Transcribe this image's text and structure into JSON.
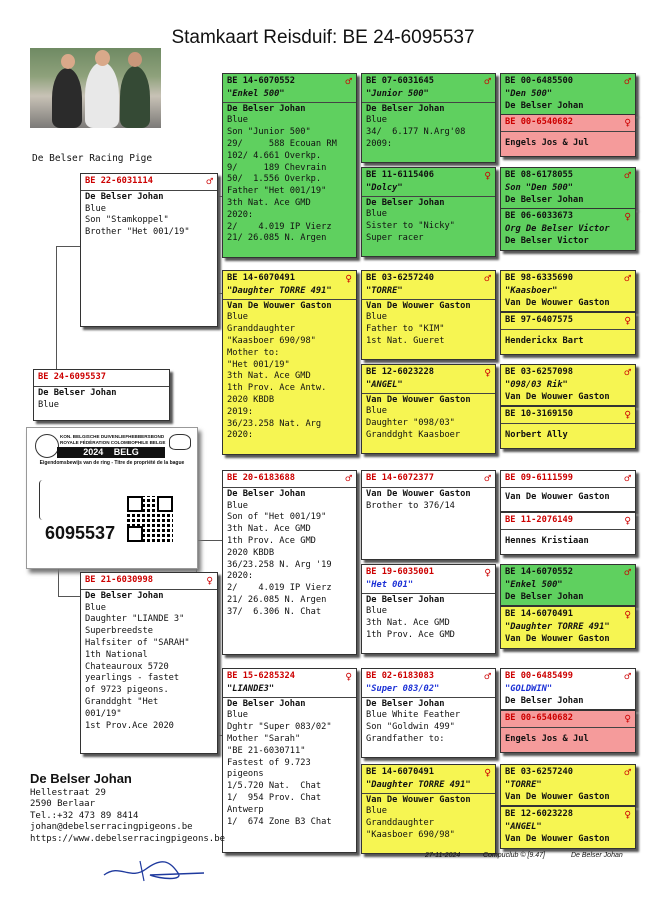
{
  "title": "Stamkaart Reisduif: BE  24-6095537",
  "loft_name": "De Belser Racing Pige",
  "subject": {
    "ring": "BE  24-6095537",
    "owner": "De Belser Johan",
    "color": "Blue"
  },
  "ring_card": {
    "federation_nl": "KON. BELGISCHE DUIVENLIEFHEBBERSBOND",
    "federation_fr": "ROYALE FÉDÉRATION COLOMBOPHILE BELGE",
    "year": "2024",
    "country": "BELG",
    "doc_title": "Eigendomsbewijs van de ring - Titre de propriété de la bague",
    "number": "6095537"
  },
  "father": {
    "ring": "BE  22-6031114",
    "sex_icon": "male-icon",
    "lines": [
      "De Belser Johan",
      "Blue",
      "Son \"Stamkoppel\"",
      "Brother \"Het 001/19\""
    ]
  },
  "mother": {
    "ring": "BE  21-6030998",
    "sex_icon": "female-icon",
    "lines": [
      "De Belser Johan",
      "Blue",
      "Daughter \"LIANDE 3\"",
      "Superbreedste",
      "Halfsiter of \"SARAH\"",
      "1th National",
      "Chateauroux 5720",
      "yearlings - fastet",
      "of 9723 pigeons.",
      "Granddght \"Het",
      "001/19\"",
      "1st Prov.Ace 2020"
    ]
  },
  "ff": {
    "ring": "BE  14-6070552",
    "name": "\"Enkel 500\"",
    "lines": [
      "De Belser Johan",
      "Blue",
      "Son \"Junior 500\"",
      "29/     588 Ecouan RM",
      "102/ 4.661 Overkp.",
      "9/     189 Chevrain",
      "50/  1.556 Overkp.",
      "Father \"Het 001/19\"",
      "3th Nat. Ace GMD",
      "2020:",
      "2/    4.019 IP Vierz",
      "21/ 26.085 N. Argen"
    ]
  },
  "fm": {
    "ring": "BE  14-6070491",
    "name": "\"Daughter TORRE 491\"",
    "lines": [
      "Van De Wouwer Gaston",
      "Blue",
      "Granddaughter",
      "\"Kaasboer 690/98\"",
      "Mother to:",
      "\"Het 001/19\"",
      "3th Nat. Ace GMD",
      "1th Prov. Ace Antw.",
      "2020 KBDB",
      "2019:",
      "36/23.258 Nat. Arg",
      "2020:"
    ]
  },
  "mf": {
    "ring": "BE  20-6183688",
    "lines": [
      "De Belser Johan",
      "Blue",
      "Son of \"Het 001/19\"",
      "",
      "3th Nat. Ace GMD",
      "1th Prov. Ace GMD",
      "2020 KBDB",
      "36/23.258 N. Arg '19",
      "2020:",
      "2/    4.019 IP Vierz",
      "21/ 26.085 N. Argen",
      "37/  6.306 N. Chat"
    ]
  },
  "mm": {
    "ring": "BE  15-6285324",
    "name": "\"LIANDE3\"",
    "lines": [
      "De Belser Johan",
      "Blue",
      "Dghtr \"Super 083/02\"",
      "",
      "Mother \"Sarah\"",
      "\"BE 21-6030711\"",
      "Fastest of 9.723",
      "pigeons",
      "1/5.720 Nat.  Chat",
      "1/  954 Prov. Chat",
      "Antwerp",
      "1/  674 Zone B3 Chat"
    ]
  },
  "fff": {
    "ring": "BE  07-6031645",
    "name": "\"Junior 500\"",
    "lines": [
      "De Belser Johan",
      "Blue",
      "34/  6.177 N.Arg'08",
      "2009:"
    ]
  },
  "ffm": {
    "ring": "BE  11-6115406",
    "name": "\"Dolcy\"",
    "lines": [
      "De Belser Johan",
      "Blue",
      "Sister to \"Nicky\"",
      "Super racer"
    ]
  },
  "fmf": {
    "ring": "BE  03-6257240",
    "name": "\"TORRE\"",
    "lines": [
      "Van De Wouwer Gaston",
      "Blue",
      "Father to \"KIM\"",
      "1st Nat. Gueret"
    ]
  },
  "fmm": {
    "ring": "BE  12-6023228",
    "name": "\"ANGEL\"",
    "lines": [
      "Van De Wouwer Gaston",
      "Blue",
      "Daughter \"098/03\"",
      "Granddght Kaasboer"
    ]
  },
  "mff": {
    "ring": "BE  14-6072377",
    "lines": [
      "Van De Wouwer Gaston",
      "",
      "Brother to 376/14"
    ]
  },
  "mfm": {
    "ring": "BE  19-6035001",
    "name": "\"Het 001\"",
    "lines": [
      "De Belser Johan",
      "Blue",
      "3th Nat. Ace GMD",
      "1th Prov. Ace GMD"
    ]
  },
  "mmf": {
    "ring": "BE  02-6183083",
    "name": "\"Super 083/02\"",
    "lines": [
      "De Belser Johan",
      "Blue White Feather",
      "Son \"Goldwin 499\"",
      "Grandfather to:"
    ]
  },
  "mmm": {
    "ring": "BE  14-6070491",
    "name": "\"Daughter TORRE 491\"",
    "lines": [
      "Van De Wouwer Gaston",
      "Blue",
      "Granddaughter",
      "\"Kaasboer 690/98\""
    ]
  },
  "g1": {
    "ring": "BE  00-6485500",
    "name": "\"Den 500\"",
    "owner": "De Belser Johan"
  },
  "g2": {
    "ring": "BE  00-6540682",
    "owner": "Engels Jos & Jul"
  },
  "g3": {
    "ring": "BE  08-6178055",
    "name": "Son \"Den 500\"",
    "owner": "De Belser Johan"
  },
  "g4": {
    "ring": "BE  06-6033673",
    "name": "Org De Belser Victor",
    "owner": "De Belser Victor"
  },
  "g5": {
    "ring": "BE  98-6335690",
    "name": "\"Kaasboer\"",
    "owner": "Van De Wouwer Gaston"
  },
  "g6": {
    "ring": "BE  97-6407575",
    "owner": "Henderickx Bart"
  },
  "g7": {
    "ring": "BE  03-6257098",
    "name": "\"098/03 Rik\"",
    "owner": "Van De Wouwer Gaston"
  },
  "g8": {
    "ring": "BE  10-3169150",
    "owner": "Norbert Ally"
  },
  "g9": {
    "ring": "BE  09-6111599",
    "owner": "Van De Wouwer Gaston"
  },
  "g10": {
    "ring": "BE  11-2076149",
    "owner": "Hennes Kristiaan"
  },
  "g11": {
    "ring": "BE  14-6070552",
    "name": "\"Enkel 500\"",
    "owner": "De Belser Johan"
  },
  "g12": {
    "ring": "BE  14-6070491",
    "name": "\"Daughter TORRE 491\"",
    "owner": "Van De Wouwer Gaston"
  },
  "g13": {
    "ring": "BE  00-6485499",
    "name": "\"GOLDWIN\"",
    "owner": "De Belser Johan"
  },
  "g14": {
    "ring": "BE  00-6540682",
    "owner": "Engels Jos & Jul"
  },
  "g15": {
    "ring": "BE  03-6257240",
    "name": "\"TORRE\"",
    "owner": "Van De Wouwer Gaston"
  },
  "g16": {
    "ring": "BE  12-6023228",
    "name": "\"ANGEL\"",
    "owner": "Van De Wouwer Gaston"
  },
  "contact": {
    "name": "De Belser Johan",
    "street": "Hellestraat 29",
    "city": "2590  Berlaar",
    "phone": "Tel.:+32 473 89 8414",
    "email": "johan@debelserracingpigeons.be",
    "web": "https://www.debelserracingpigeons.be"
  },
  "footer": {
    "date": "27-11-2024",
    "software": "Compuclub © [9.47]",
    "author": "De Belser Johan"
  },
  "colors": {
    "green": "#5fd05f",
    "yellow": "#f6f552",
    "pink": "#f59b9b",
    "ring_red": "#cc0000"
  }
}
